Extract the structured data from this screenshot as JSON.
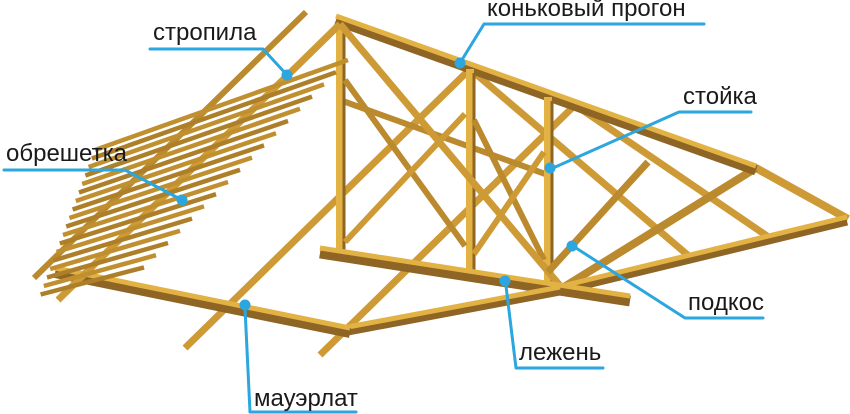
{
  "colors": {
    "background": "#FFFFFF",
    "wood_light": "#E3B244",
    "wood_mid": "#CE9A35",
    "wood_mid2": "#BC8A2E",
    "wood_dark": "#8E6524",
    "wood_slat": "#C09030",
    "wood_slat_alt": "#AD7F28",
    "callout": "#2BA6DE",
    "label_text": "#1A1A1A"
  },
  "labels": [
    {
      "id": "stropila",
      "text": "стропила"
    },
    {
      "id": "konkovyy-progon",
      "text": "коньковый прогон"
    },
    {
      "id": "stoyka",
      "text": "стойка"
    },
    {
      "id": "obreshetka",
      "text": "обрешетка"
    },
    {
      "id": "podkos",
      "text": "подкос"
    },
    {
      "id": "lezhen",
      "text": "лежень"
    },
    {
      "id": "mauerlat",
      "text": "мауэрлат"
    }
  ]
}
